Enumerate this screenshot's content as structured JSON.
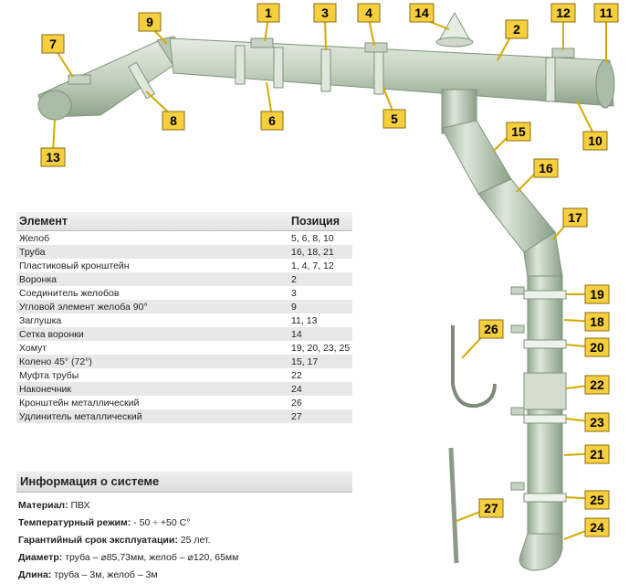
{
  "table": {
    "header_element": "Элемент",
    "header_position": "Позиция",
    "rows": [
      {
        "element": "Желоб",
        "position": "5, 6, 8, 10"
      },
      {
        "element": "Труба",
        "position": "16, 18, 21"
      },
      {
        "element": "Пластиковый кронштейн",
        "position": "1, 4, 7, 12"
      },
      {
        "element": "Воронка",
        "position": "2"
      },
      {
        "element": "Соединитель желобов",
        "position": "3"
      },
      {
        "element": "Угловой элемент желоба 90°",
        "position": "9"
      },
      {
        "element": "Заглушка",
        "position": "11, 13"
      },
      {
        "element": "Сетка воронки",
        "position": "14"
      },
      {
        "element": "Хомут",
        "position": "19, 20, 23, 25"
      },
      {
        "element": "Колено 45° (72°)",
        "position": "15, 17"
      },
      {
        "element": "Муфта трубы",
        "position": "22"
      },
      {
        "element": "Наконечник",
        "position": "24"
      },
      {
        "element": "Кронштейн металлический",
        "position": "26"
      },
      {
        "element": "Удлинитель металлический",
        "position": "27"
      }
    ]
  },
  "info": {
    "title": "Информация о системе",
    "lines": [
      {
        "label": "Материал:",
        "value": " ПВХ"
      },
      {
        "label": "Температурный режим:",
        "value": " - 50 ÷ +50 С°"
      },
      {
        "label": "Гарантийный срок эксплуатации:",
        "value": " 25 лет."
      },
      {
        "label": "Диаметр:",
        "value": " труба – ⌀85,73мм, желоб – ⌀120, 65мм"
      },
      {
        "label": "Длина:",
        "value": " труба – 3м, желоб – 3м"
      }
    ]
  },
  "callouts": [
    "1",
    "2",
    "3",
    "4",
    "5",
    "6",
    "7",
    "8",
    "9",
    "10",
    "11",
    "12",
    "13",
    "14",
    "15",
    "16",
    "17",
    "18",
    "19",
    "20",
    "21",
    "22",
    "23",
    "24",
    "25",
    "26",
    "27"
  ],
  "colors": {
    "pvc": "#c9d6c4",
    "pvc_dark": "#8fa48c",
    "tag": "#f6cf3e",
    "tag_border": "#8a6d10"
  }
}
